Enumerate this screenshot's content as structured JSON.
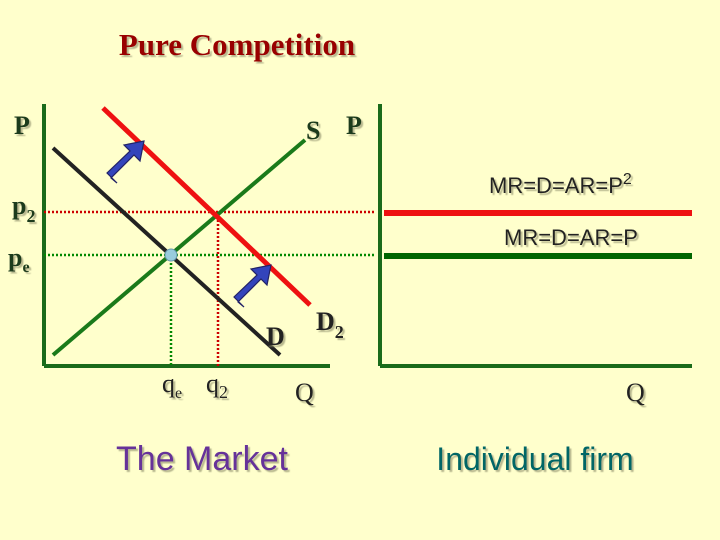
{
  "title": "Pure Competition",
  "market": {
    "y_axis_label": "P",
    "x_axis_label": "Q",
    "supply_label": "S",
    "demand_label": "D",
    "demand2_label_main": "D",
    "demand2_label_sub": "2",
    "price_p2_main": "p",
    "price_p2_sub": "2",
    "price_pe_main": "p",
    "price_pe_sub": "e",
    "qty_qe_main": "q",
    "qty_qe_sub": "e",
    "qty_q2_main": "q",
    "qty_q2_sub": "2",
    "caption": "The Market"
  },
  "firm": {
    "y_axis_label": "P",
    "x_axis_label": "Q",
    "mr2_label_main": "MR=D=AR=P",
    "mr2_label_sup": "2",
    "mr_label": "MR=D=AR=P",
    "caption": "Individual firm"
  },
  "colors": {
    "background": "#FFFFCC",
    "title": "#990000",
    "caption_market": "#663399",
    "caption_firm": "#006666",
    "axis": "#1a6b1a",
    "supply": "#1a7a1a",
    "demand": "#222222",
    "demand2": "#EE1111",
    "mr2_line": "#EE1111",
    "mr_line": "#006600",
    "red_dotted": "#CC0000",
    "green_dotted": "#008800",
    "arrow_fill": "#3344BB",
    "equilibrium_dot": "#99CCDD"
  }
}
